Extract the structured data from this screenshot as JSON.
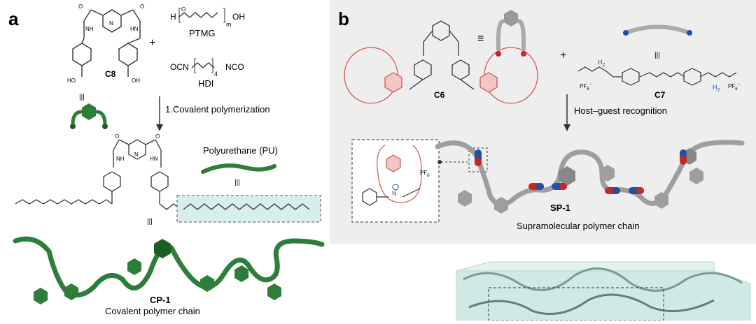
{
  "panel_a": {
    "letter": "a",
    "monomer_c8": "C8",
    "plus": "+",
    "ptmg_formula_h": "H",
    "ptmg_formula_m": "m",
    "ptmg_formula_oh": "OH",
    "ptmg_label": "PTMG",
    "hdi_formula_left": "OCN",
    "hdi_formula_sub": "4",
    "hdi_formula_right": "NCO",
    "hdi_label": "HDI",
    "equiv_symbol": "|||",
    "reaction_step": "1.Covalent polymerization",
    "pu_label": "Polyurethane (PU)",
    "pu_equiv": "|||",
    "polymer_equiv": "|||",
    "cp_name": "CP-1",
    "cp_caption": "Covalent polymer chain",
    "atom_labels": {
      "N": "N",
      "NH": "NH",
      "HN": "HN",
      "O": "O",
      "HO": "HO",
      "OH": "OH",
      "H": "H"
    }
  },
  "panel_b": {
    "letter": "b",
    "host_c6": "C6",
    "equiv_symbol": "≡",
    "plus": "+",
    "guest_equiv": "|||",
    "guest_c7": "C7",
    "pf6": "PF",
    "pf6_sub": "6",
    "pf6_sup": "−",
    "h2": "H",
    "h2_sub": "2",
    "n_plus": "N",
    "recognition_step": "Host–guest recognition",
    "sp_name": "SP-1",
    "sp_caption": "Supramolecular polymer chain"
  },
  "colors": {
    "green": "#2e7d3a",
    "green_dark": "#1b5e20",
    "crown_red": "#d9534f",
    "nitrogen_blue": "#1f4fa8",
    "gray_chain": "#9e9e9e",
    "panel_b_bg": "#eeeeee",
    "pu_box": "#d7eeec"
  }
}
